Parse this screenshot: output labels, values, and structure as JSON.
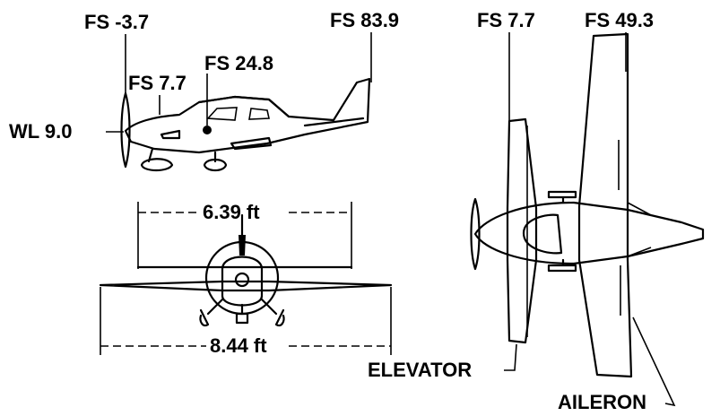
{
  "side_view": {
    "labels": {
      "fs_nose": "FS -3.7",
      "fs_cowl": "FS 7.7",
      "fs_cg": "FS 24.8",
      "fs_tail": "FS 83.9",
      "wl": "WL 9.0"
    }
  },
  "front_view": {
    "dimensions": {
      "tail_span": "6.39 ft",
      "wing_span": "8.44 ft"
    }
  },
  "top_view": {
    "labels": {
      "fs_elevator": "FS 7.7",
      "fs_aileron": "FS 49.3",
      "elevator": "ELEVATOR",
      "aileron": "AILERON"
    }
  }
}
